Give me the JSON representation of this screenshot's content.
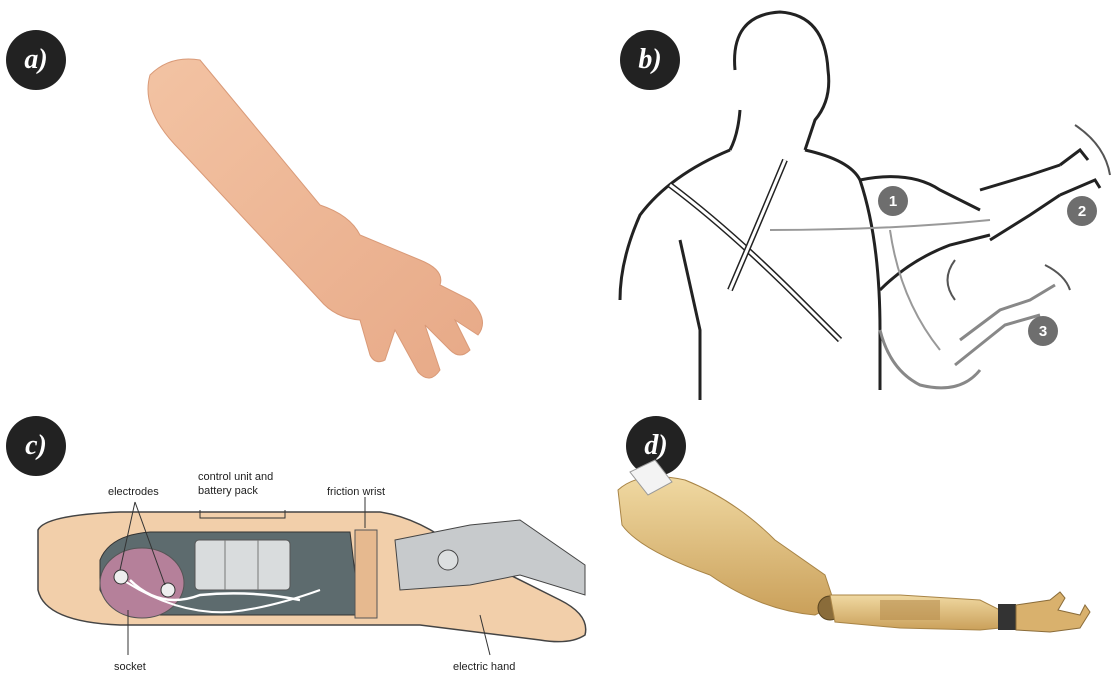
{
  "panels": {
    "a": {
      "badge": "a)"
    },
    "b": {
      "badge": "b)",
      "markers": [
        "1",
        "2",
        "3"
      ]
    },
    "c": {
      "badge": "c)",
      "labels": {
        "electrodes": "electrodes",
        "control_unit_1": "control unit and",
        "control_unit_2": "battery pack",
        "friction_wrist": "friction wrist",
        "socket": "socket",
        "electric_hand": "electric hand"
      }
    },
    "d": {
      "badge": "d)"
    }
  }
}
